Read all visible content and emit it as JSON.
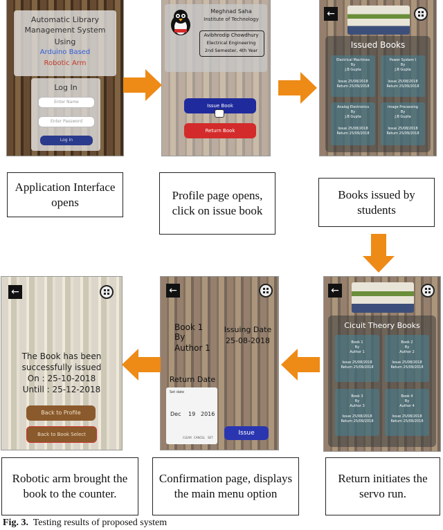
{
  "screens": {
    "app": {
      "title_lines": [
        "Automatic Library",
        "Management System",
        "Using"
      ],
      "subtitle_blue": "Arduino Based",
      "subtitle_red": "Robotic Arm",
      "login_heading": "Log In",
      "name_placeholder": "Enter Name",
      "password_placeholder": "Enter Password",
      "login_button": "Log In"
    },
    "profile": {
      "institute": [
        "Meghnad Saha",
        "Institute of Technology"
      ],
      "student": [
        "Avibhrodip Chowdhury",
        "Electrical Engineering",
        "2nd Semester, 4th Year"
      ],
      "issue_button": "Issue Book",
      "return_button": "Return Book"
    },
    "issued": {
      "heading": "Issued Books",
      "books": [
        {
          "title": "Electrical Machines",
          "by": "By",
          "author": "J.B Gupta",
          "issue": "Issue   25/08/2018",
          "return": "Return  25/09/2018"
        },
        {
          "title": "Power System I",
          "by": "By",
          "author": "J.B Gupta",
          "issue": "Issue   25/08/2018",
          "return": "Return  25/09/2018"
        },
        {
          "title": "Analog Electronics",
          "by": "By",
          "author": "J.B Gupta",
          "issue": "Issue   25/08/2018",
          "return": "Return  25/09/2018"
        },
        {
          "title": "Image Processing",
          "by": "By",
          "author": "J.B Gupta",
          "issue": "Issue   25/08/2018",
          "return": "Return  25/09/2018"
        }
      ]
    },
    "circuit": {
      "heading": "Cicuit Theory Books",
      "books": [
        {
          "title": "Book 1",
          "by": "By",
          "author": "Author 1",
          "issue": "Issue  25/08/2018",
          "return": "Return  25/09/2018"
        },
        {
          "title": "Book 2",
          "by": "By",
          "author": "Author 2",
          "issue": "Issue  25/08/2018",
          "return": "Return  25/09/2018"
        },
        {
          "title": "Book 3",
          "by": "By",
          "author": "Author 3",
          "issue": "Issue  25/08/2018",
          "return": "Return  25/09/2018"
        },
        {
          "title": "Book 4",
          "by": "By",
          "author": "Author 4",
          "issue": "Issue  25/08/2018",
          "return": "Return  25/09/2018"
        }
      ]
    },
    "confirm": {
      "book_lines": [
        "Book 1",
        "By",
        "Author 1"
      ],
      "issuing_label": "Issuing Date",
      "issuing_date": "25-08-2018",
      "return_label": "Return Date",
      "picker_title": "Set date",
      "month": "Dec",
      "day": "19",
      "year": "2016",
      "picker_actions": [
        "CLEAR",
        "CANCEL",
        "SET"
      ],
      "issue_button": "Issue"
    },
    "success": {
      "lines": [
        "The Book has been",
        "successfully issued",
        "On : 25-10-2018",
        "Untill : 25-12-2018"
      ],
      "back_profile": "Back to Profile",
      "back_select": "Back to Book Select"
    }
  },
  "captions": {
    "app": "Application Interface opens",
    "profile": "Profile page opens, click on issue book",
    "issued": "Books issued by students",
    "return": "Return initiates the servo run.",
    "confirm": "Confirmation page, displays the main menu option",
    "robotic": "Robotic arm brought the book to the counter."
  },
  "figure_caption": {
    "label": "Fig. 3.",
    "text": "Testing results of proposed system"
  },
  "colors": {
    "arrow": "#ee8a16",
    "issue_button": "#1f2a9c",
    "return_button": "#d32b2b",
    "blue_text": "#2f5dd8",
    "red_text": "#c0392b"
  }
}
